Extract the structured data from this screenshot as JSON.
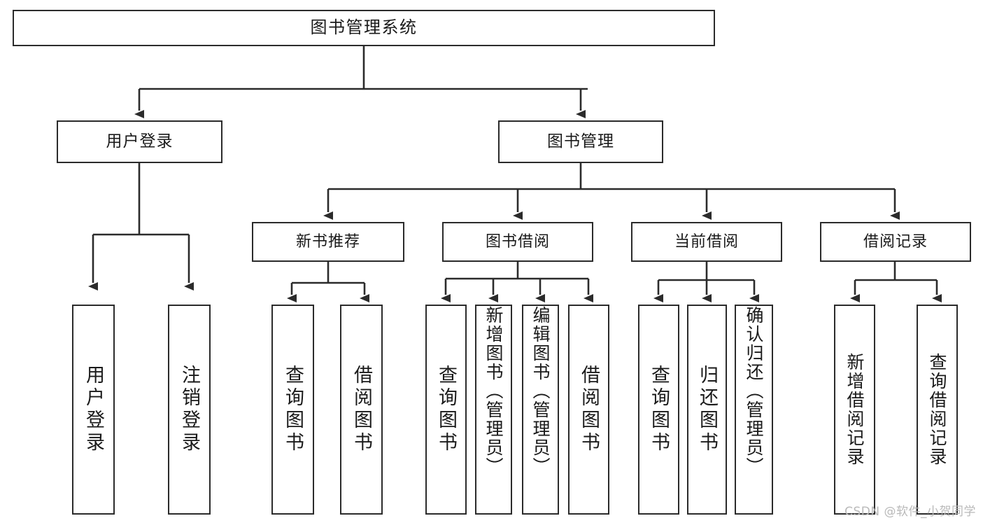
{
  "diagram": {
    "type": "tree-hierarchy",
    "title": "图书管理系统",
    "root": {
      "id": "root",
      "label": "图书管理系统"
    },
    "level1": [
      {
        "id": "user-login",
        "label": "用户登录"
      },
      {
        "id": "book-management",
        "label": "图书管理"
      }
    ],
    "level2": [
      {
        "id": "new-book-recommend",
        "label": "新书推荐",
        "parent": "book-management"
      },
      {
        "id": "book-borrow",
        "label": "图书借阅",
        "parent": "book-management"
      },
      {
        "id": "current-borrow",
        "label": "当前借阅",
        "parent": "book-management"
      },
      {
        "id": "borrow-record",
        "label": "借阅记录",
        "parent": "book-management"
      }
    ],
    "leaves": [
      {
        "id": "leaf-user-login",
        "label": "用户登录",
        "parent": "user-login"
      },
      {
        "id": "leaf-logout",
        "label": "注销登录",
        "parent": "user-login"
      },
      {
        "id": "leaf-query-book-1",
        "label": "查询图书",
        "parent": "new-book-recommend"
      },
      {
        "id": "leaf-borrow-book-1",
        "label": "借阅图书",
        "parent": "new-book-recommend"
      },
      {
        "id": "leaf-query-book-2",
        "label": "查询图书",
        "parent": "book-borrow"
      },
      {
        "id": "leaf-add-book",
        "label": "新增图书（管理员）",
        "parent": "book-borrow"
      },
      {
        "id": "leaf-edit-book",
        "label": "编辑图书（管理员）",
        "parent": "book-borrow"
      },
      {
        "id": "leaf-borrow-book-2",
        "label": "借阅图书",
        "parent": "book-borrow"
      },
      {
        "id": "leaf-query-book-3",
        "label": "查询图书",
        "parent": "current-borrow"
      },
      {
        "id": "leaf-return-book",
        "label": "归还图书",
        "parent": "current-borrow"
      },
      {
        "id": "leaf-confirm-return",
        "label": "确认归还（管理员）",
        "parent": "current-borrow"
      },
      {
        "id": "leaf-add-record",
        "label": "新增借阅记录",
        "parent": "borrow-record"
      },
      {
        "id": "leaf-query-record",
        "label": "查询借阅记录",
        "parent": "borrow-record"
      }
    ],
    "colors": {
      "border": "#2b2b2b",
      "background": "#ffffff",
      "text": "#1a1a1a",
      "connector": "#2b2b2b",
      "watermark": "#b9b9b9"
    }
  },
  "watermark": {
    "text": "CSDN @软件_小贺同学"
  }
}
